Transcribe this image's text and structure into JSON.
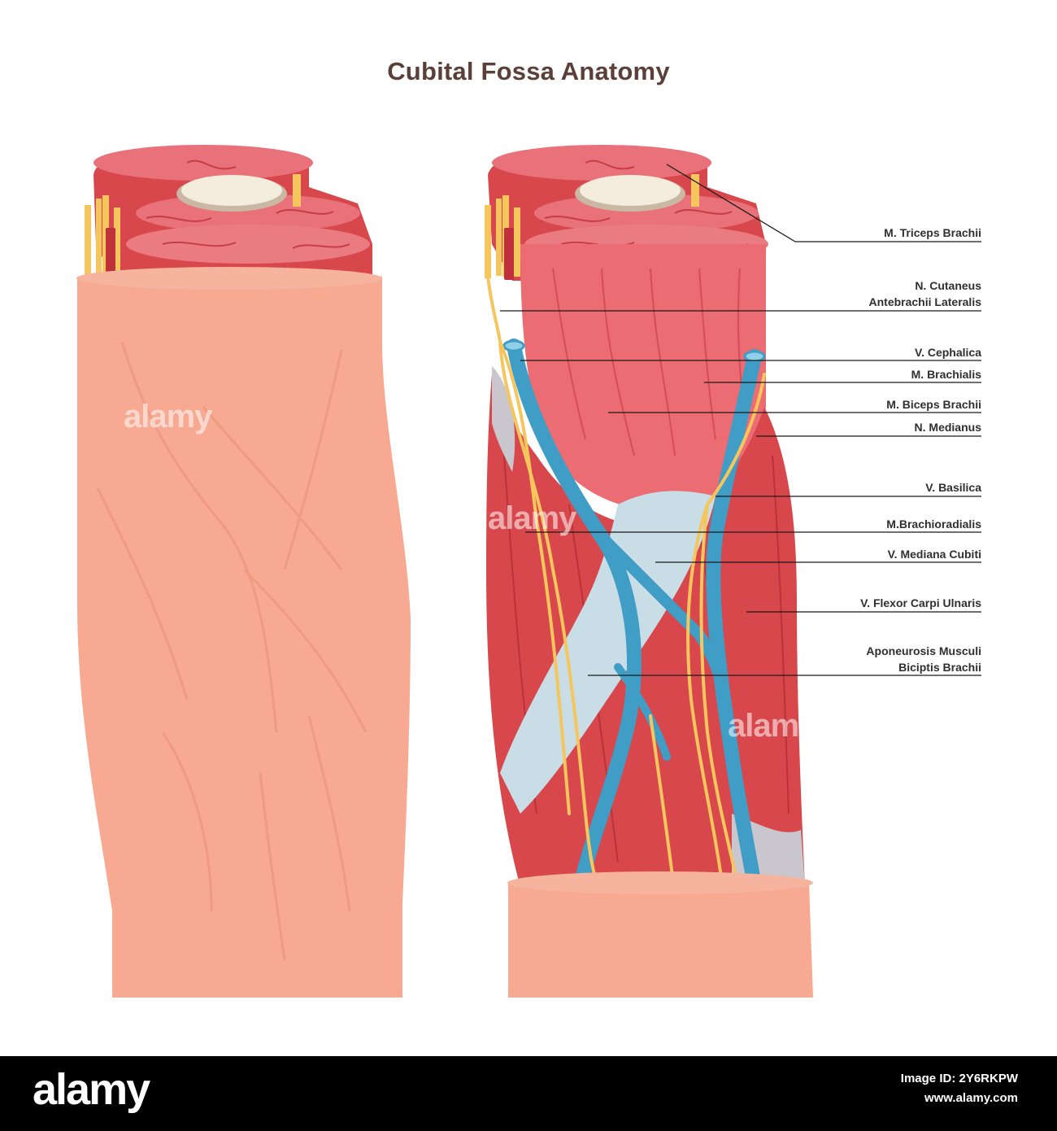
{
  "title": "Cubital Fossa Anatomy",
  "labels": [
    {
      "id": "triceps",
      "text": "M. Triceps Brachii"
    },
    {
      "id": "cutaneus",
      "text": "N. Cutaneus\nAntebrachii Lateralis"
    },
    {
      "id": "cephalica",
      "text": "V. Cephalica"
    },
    {
      "id": "brachialis",
      "text": "M. Brachialis"
    },
    {
      "id": "biceps",
      "text": "M. Biceps Brachii"
    },
    {
      "id": "medianus",
      "text": "N. Medianus"
    },
    {
      "id": "basilica",
      "text": "V. Basilica"
    },
    {
      "id": "brachioradialis",
      "text": "M.Brachioradialis"
    },
    {
      "id": "mediana",
      "text": "V. Mediana Cubiti"
    },
    {
      "id": "flexor",
      "text": "V. Flexor Carpi Ulnaris"
    },
    {
      "id": "aponeurosis",
      "text": "Aponeurosis Musculi\nBiciptis Brachii"
    }
  ],
  "watermark": "alamy",
  "footer": {
    "logo": "alamy",
    "image_id": "Image ID: 2Y6RKPW",
    "site": "www.alamy.com"
  },
  "colors": {
    "skin": "#f7a991",
    "muscle": "#d8474c",
    "muscle_light": "#e9727a",
    "vein": "#3f9dc6",
    "nerve": "#f5c65d",
    "aponeurosis": "#c8dde6",
    "bone": "#f4ecdc"
  }
}
